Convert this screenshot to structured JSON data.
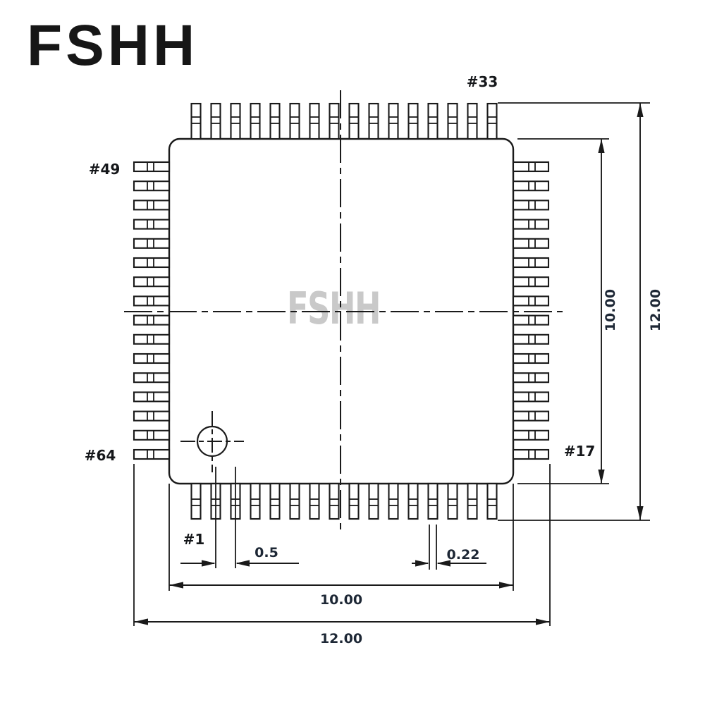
{
  "brand": {
    "logo": "FSHH"
  },
  "watermark": "FSHH",
  "drawing": {
    "type": "ic_package_outline",
    "package_style": "QFP-64 quad flat package, top view",
    "pins_per_side": 16,
    "labels": {
      "pin33": "#33",
      "pin49": "#49",
      "pin64": "#64",
      "pin1": "#1",
      "pin17": "#17"
    },
    "dimensions": {
      "body_size": "10.00",
      "overall_size": "12.00",
      "pin_pitch": "0.5",
      "pin_width": "0.22"
    },
    "colors": {
      "line": "#1a1a1a",
      "dimension_text": "#1d2735",
      "watermark": "#c9c9c9",
      "logo": "#161616",
      "background": "#ffffff"
    }
  }
}
